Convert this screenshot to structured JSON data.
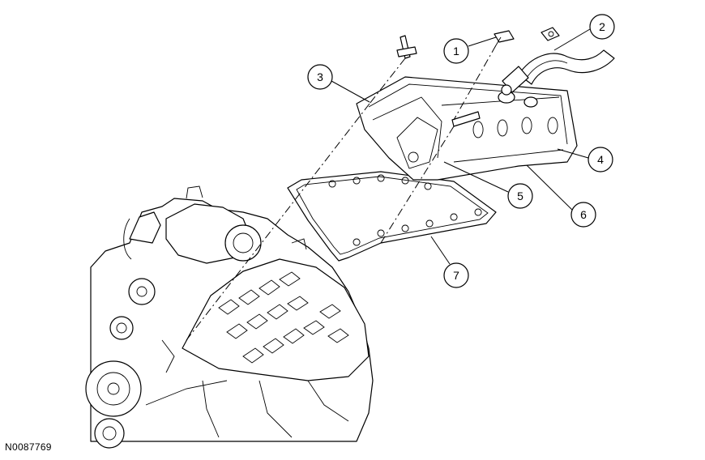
{
  "figure_id": "N0087769",
  "callouts": [
    {
      "label": "1",
      "part": "component-1"
    },
    {
      "label": "2",
      "part": "component-2"
    },
    {
      "label": "3",
      "part": "component-3"
    },
    {
      "label": "4",
      "part": "component-4"
    },
    {
      "label": "5",
      "part": "component-5"
    },
    {
      "label": "6",
      "part": "component-6"
    },
    {
      "label": "7",
      "part": "component-7"
    }
  ],
  "colors": {
    "line": "#000000",
    "background": "#ffffff"
  }
}
